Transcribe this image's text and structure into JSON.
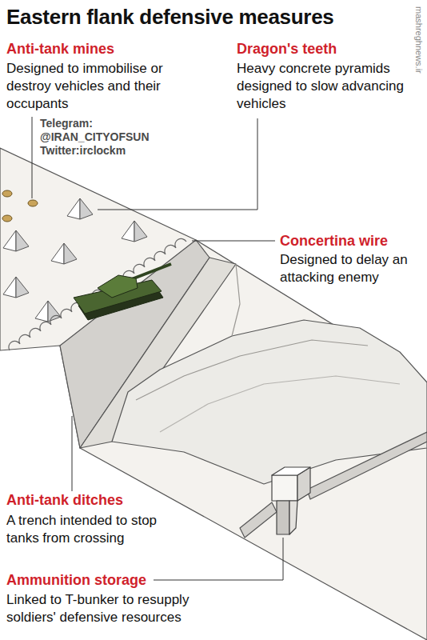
{
  "diagram": {
    "title": "Eastern flank defensive measures",
    "labels": [
      "Anti-tank mines",
      "Designed to immobilise or destroy vehicles and their occupants",
      "Dragon's teeth",
      "Heavy concrete pyramids designed to slow advancing vehicles",
      "Telegram: @IRAN_CITYOFSUN Twitter:irclockm",
      "Concertina wire",
      "Designed to delay an attacking enemy",
      "Anti-tank ditches",
      "A trench intended to stop tanks from crossing",
      "Ammunition storage",
      "Linked to T-bunker to resupply soldiers' defensive resources",
      "mashreghnews.ir"
    ]
  }
}
